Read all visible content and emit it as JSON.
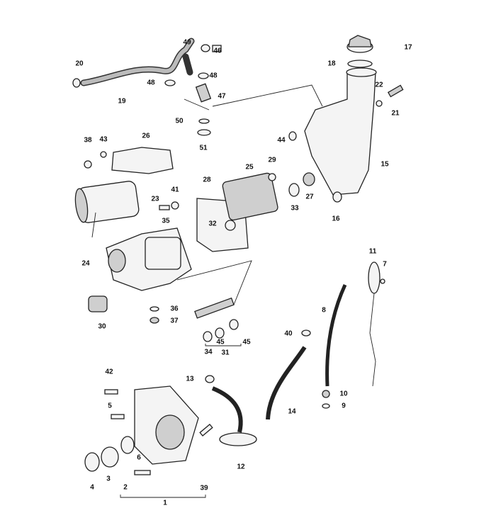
{
  "labels": {
    "p20": "20",
    "p19": "19",
    "p49": "49",
    "p46": "46",
    "p48a": "48",
    "p48b": "48",
    "p47": "47",
    "p50": "50",
    "p51": "51",
    "p17": "17",
    "p18": "18",
    "p22": "22",
    "p21": "21",
    "p44": "44",
    "p15": "15",
    "p16": "16",
    "p38": "38",
    "p43": "43",
    "p26": "26",
    "p29": "29",
    "p25": "25",
    "p28": "28",
    "p27": "27",
    "p33": "33",
    "p23": "23",
    "p41": "41",
    "p35": "35",
    "p32": "32",
    "p24": "24",
    "p36": "36",
    "p30": "30",
    "p37": "37",
    "p11": "11",
    "p7": "7",
    "p8": "8",
    "p40": "40",
    "p34": "34",
    "p45a": "45",
    "p31": "31",
    "p45b": "45",
    "p42": "42",
    "p5": "5",
    "p13": "13",
    "p10": "10",
    "p9": "9",
    "p14": "14",
    "p6": "6",
    "p4": "4",
    "p3": "3",
    "p2": "2",
    "p12": "12",
    "p39": "39",
    "p1": "1"
  }
}
